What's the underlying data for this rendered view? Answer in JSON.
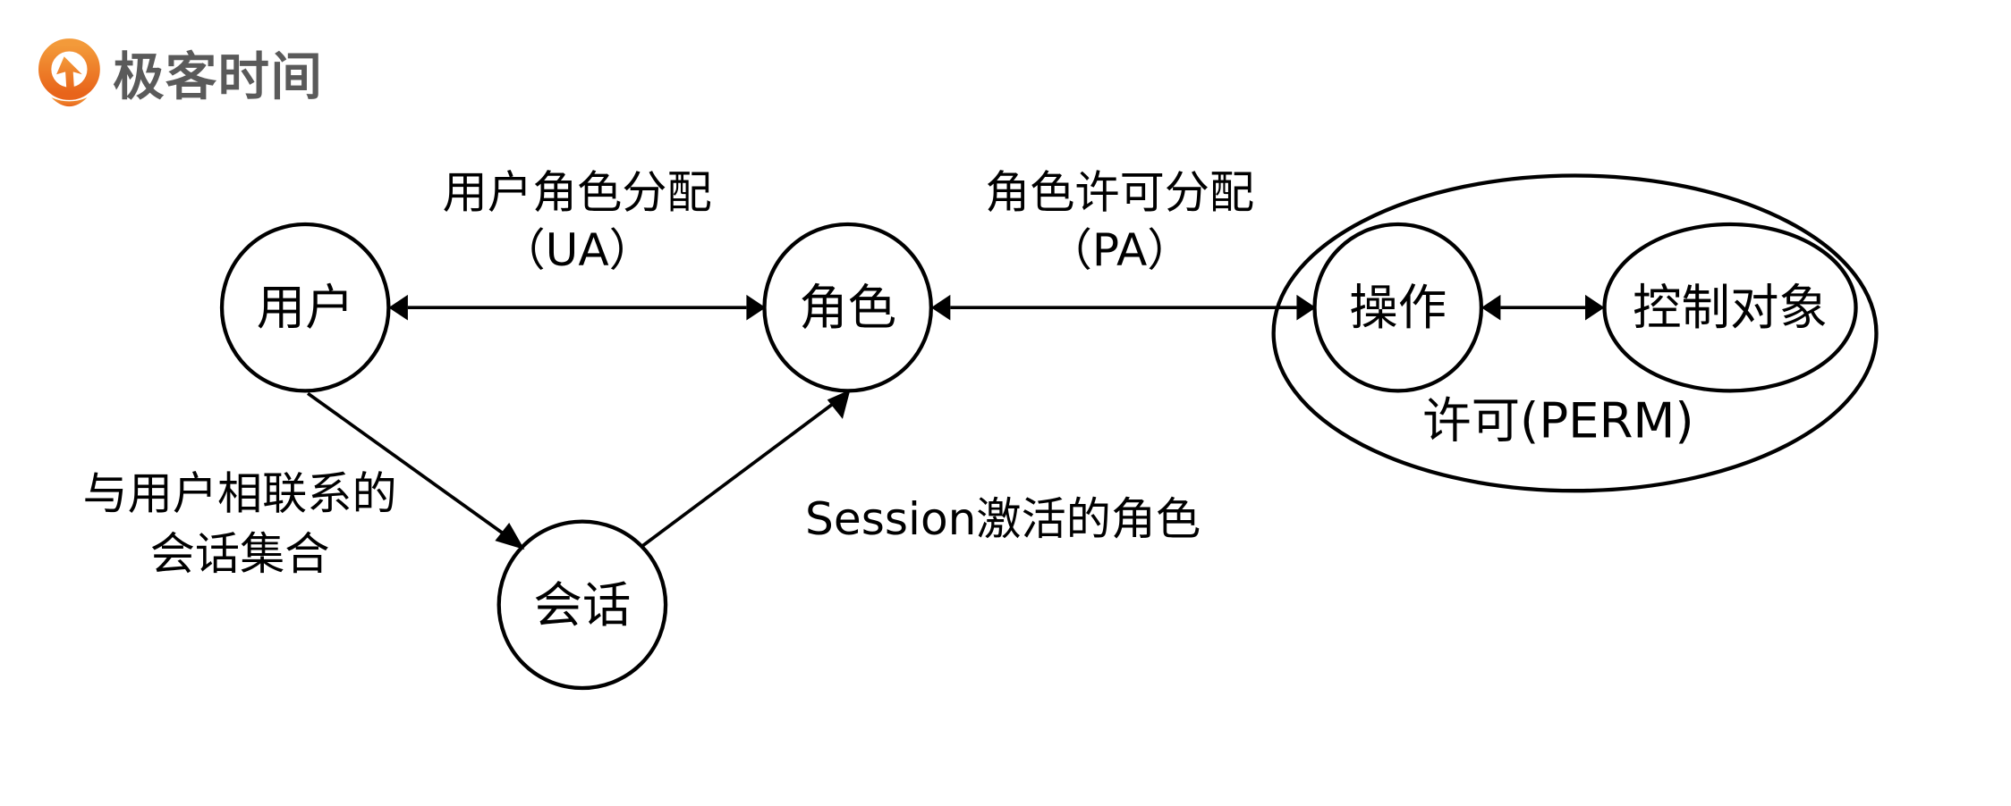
{
  "brand": {
    "logo_text": "极客时间",
    "logo_color_top": "#f39a3a",
    "logo_color_bottom": "#e8641a",
    "text_color": "#5a5a5a"
  },
  "diagram": {
    "title": "RBAC 模型",
    "nodes": {
      "user": "用户",
      "role": "角色",
      "session": "会话",
      "operation": "操作",
      "object": "控制对象"
    },
    "groups": {
      "permission": "许可(PERM)"
    },
    "edges": {
      "ua_line1": "用户角色分配",
      "ua_line2": "（UA）",
      "pa_line1": "角色许可分配",
      "pa_line2": "（PA）",
      "user_session_line1": "与用户相联系的",
      "user_session_line2": "会话集合",
      "session_role": "Session激活的角色"
    }
  }
}
